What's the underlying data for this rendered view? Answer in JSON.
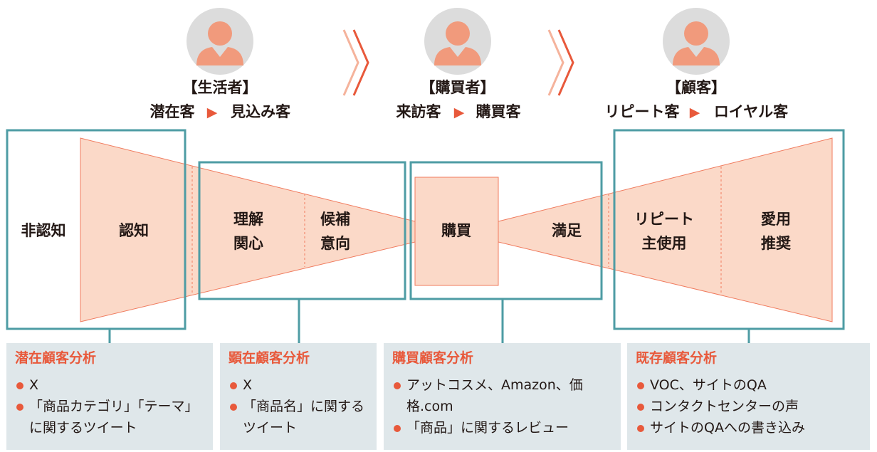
{
  "stages": [
    {
      "role": "【生活者】",
      "from": "潜在客",
      "to": "見込み客"
    },
    {
      "role": "【購買者】",
      "from": "来訪客",
      "to": "購買客"
    },
    {
      "role": "【顧客】",
      "from": "リピート客",
      "to": "ロイヤル客"
    }
  ],
  "arrow_glyph": "▶",
  "funnel": {
    "non_awareness": "非認知",
    "awareness": "認知",
    "understanding": [
      "理解",
      "関心"
    ],
    "candidate": [
      "候補",
      "意向"
    ],
    "purchase": "購買",
    "satisfaction": "満足",
    "repeat": [
      "リピート",
      "主使用"
    ],
    "loyalty": [
      "愛用",
      "推奨"
    ]
  },
  "panels": [
    {
      "title": "潜在顧客分析",
      "items": [
        "X",
        "「商品カテゴリ」「テーマ」に関するツイート"
      ]
    },
    {
      "title": "顕在顧客分析",
      "items": [
        "X",
        "「商品名」に関するツイート"
      ]
    },
    {
      "title": "購買顧客分析",
      "items": [
        "アットコスメ、Amazon、価格.com",
        "「商品」に関するレビュー"
      ]
    },
    {
      "title": "既存顧客分析",
      "items": [
        "VOC、サイトのQA",
        "コンタクトセンターの声",
        "サイトのQAへの書き込み"
      ]
    }
  ],
  "colors": {
    "accent": "#e8593b",
    "funnel_fill": "#fbd9c8",
    "funnel_stroke": "#f07b5e",
    "box_stroke": "#4e9ca4",
    "avatar_bg": "#dcdcdc",
    "avatar_person": "#f19a7c",
    "panel_bg": "#dfe7ea"
  },
  "icons": [
    "person-icon",
    "chevron-right-icon",
    "triangle-right-icon"
  ]
}
